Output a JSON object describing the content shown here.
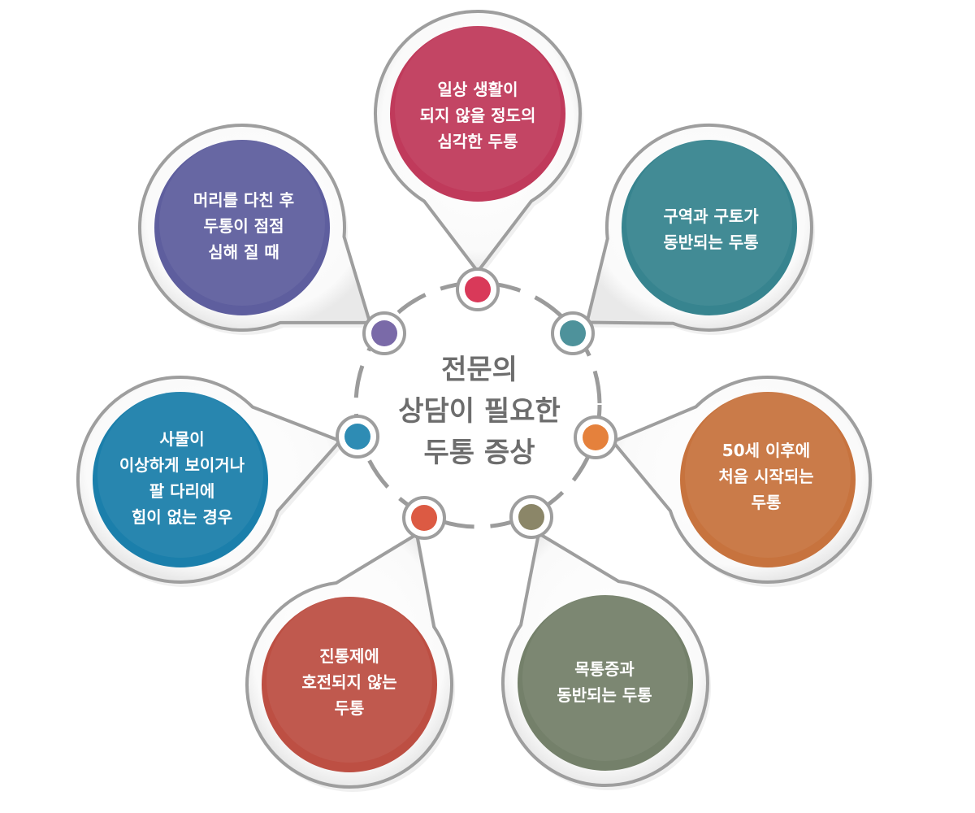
{
  "center": {
    "lines": [
      "전문의",
      "상담이 필요한",
      "두통 증상"
    ]
  },
  "items": [
    {
      "lines": [
        "일상 생활이",
        "되지 않을 정도의",
        "심각한 두통"
      ],
      "color": "#c03a5b",
      "dot": "#d93959"
    },
    {
      "lines": [
        "구역과 구토가",
        "동반되는 두통"
      ],
      "color": "#37848f",
      "dot": "#4e929b"
    },
    {
      "lines": [
        "50세 이후에",
        "처음 시작되는",
        "두통"
      ],
      "color": "#c7733e",
      "dot": "#e5813c"
    },
    {
      "lines": [
        "목통증과",
        "동반되는 두통"
      ],
      "color": "#74806a",
      "dot": "#8b8668"
    },
    {
      "lines": [
        "진통제에",
        "호전되지 않는",
        "두통"
      ],
      "color": "#bd4f43",
      "dot": "#dc5a43"
    },
    {
      "lines": [
        "사물이",
        "이상하게 보이거나",
        "팔 다리에",
        "힘이 없는 경우"
      ],
      "color": "#1b7fab",
      "dot": "#2e8cb4"
    },
    {
      "lines": [
        "머리를 다친 후",
        "두통이 점점",
        "심해 질 때"
      ],
      "color": "#5e5e9e",
      "dot": "#7a6aa8"
    }
  ]
}
